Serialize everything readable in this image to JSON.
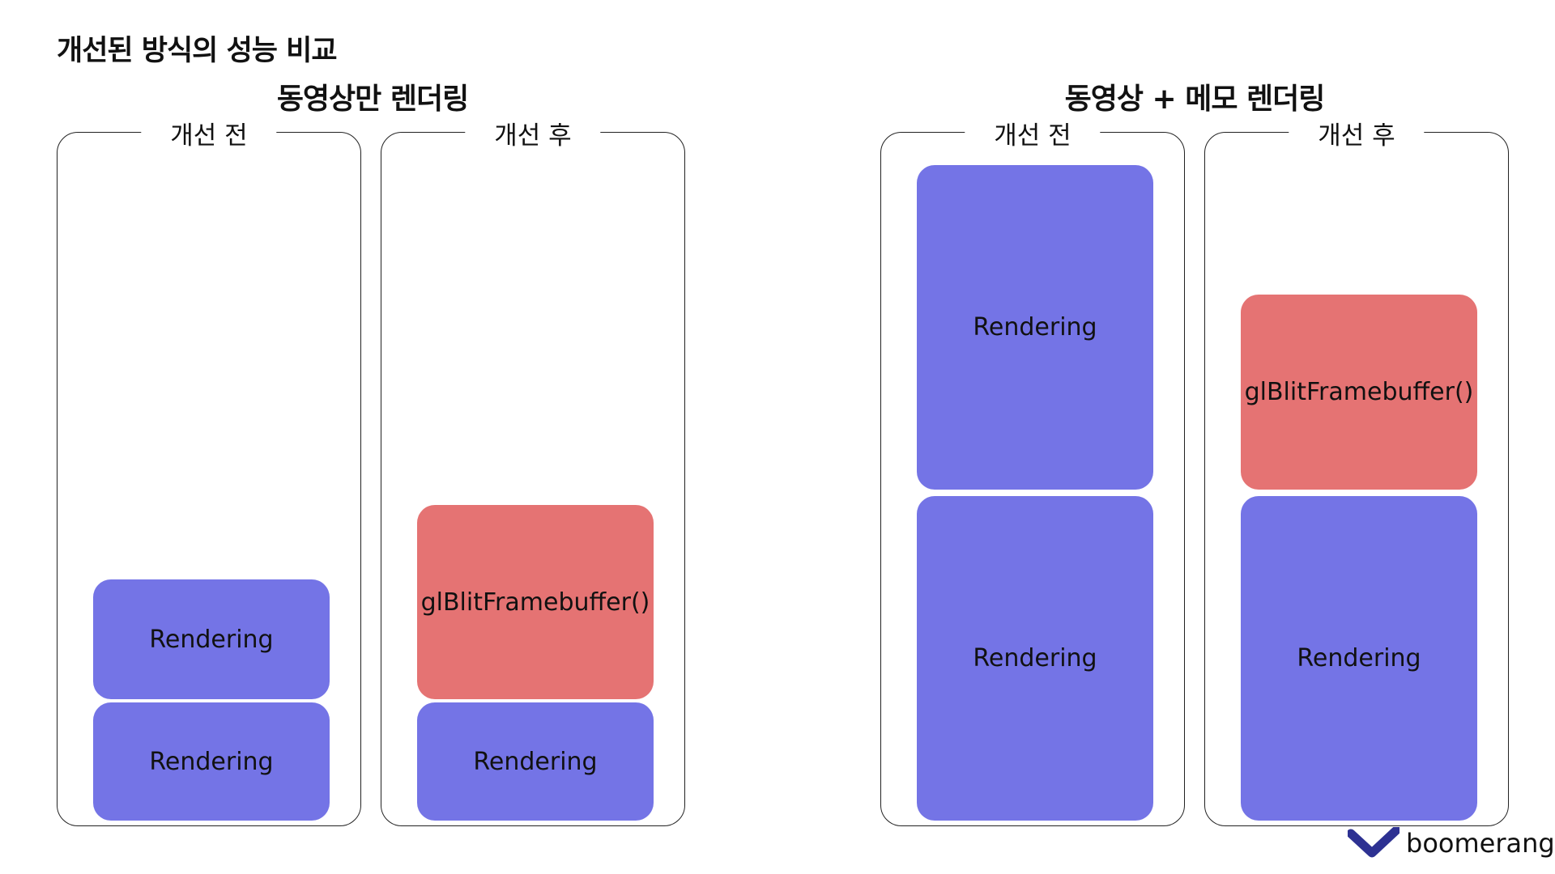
{
  "page_title": "개선된 방식의 성능 비교",
  "sections": [
    {
      "title": "동영상만 렌더링",
      "panels": [
        {
          "label": "개선 전",
          "blocks": [
            "Rendering",
            "Rendering"
          ]
        },
        {
          "label": "개선 후",
          "blocks": [
            "glBlitFramebuffer()",
            "Rendering"
          ]
        }
      ]
    },
    {
      "title": "동영상 + 메모 렌더링",
      "panels": [
        {
          "label": "개선 전",
          "blocks": [
            "Rendering",
            "Rendering"
          ]
        },
        {
          "label": "개선 후",
          "blocks": [
            "glBlitFramebuffer()",
            "Rendering"
          ]
        }
      ]
    }
  ],
  "logo": {
    "text": "boomerang",
    "color": "#2d3192"
  },
  "colors": {
    "rendering": "#7474e6",
    "blit": "#e57373"
  }
}
